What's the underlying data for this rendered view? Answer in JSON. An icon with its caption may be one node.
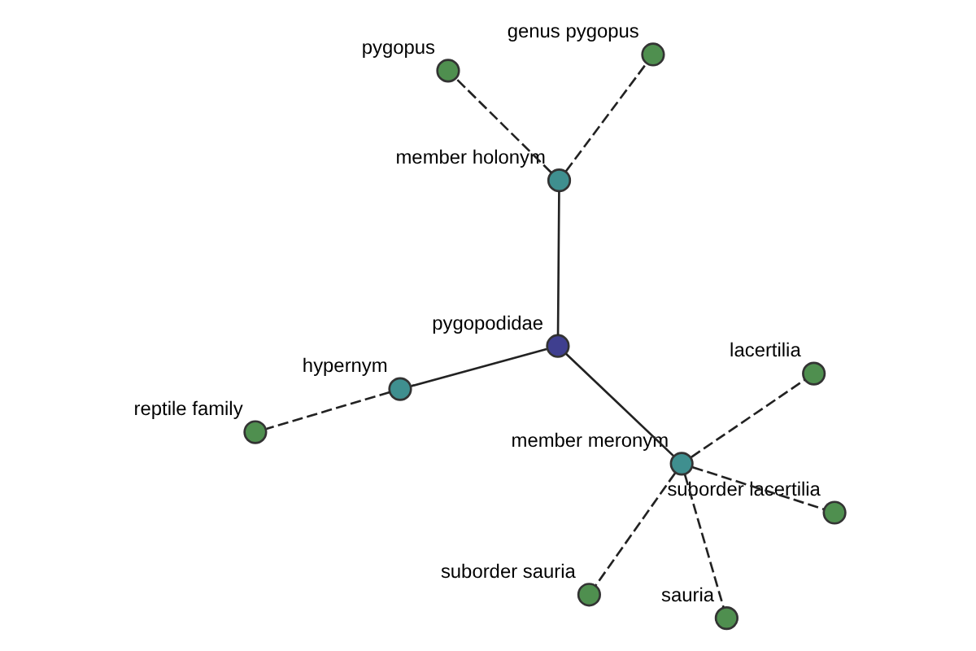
{
  "diagram": {
    "nodes": [
      {
        "text": [
          "pygopodidae"
        ]
      },
      {
        "text": [
          "member holonym"
        ]
      },
      {
        "text": [
          "hypernym"
        ]
      },
      {
        "text": [
          "member meronym"
        ]
      },
      {
        "text": [
          "genus pygopus"
        ]
      },
      {
        "text": [
          "pygopus"
        ]
      },
      {
        "text": [
          "reptile family"
        ]
      },
      {
        "text": [
          "lacertilia"
        ]
      },
      {
        "text": [
          "suborder sauria"
        ]
      },
      {
        "text": [
          "suborder lacertilia"
        ]
      },
      {
        "text": [
          "sauria"
        ]
      }
    ],
    "edges": [
      {
        "from": 0,
        "to": 1,
        "arrow": "none"
      },
      {
        "from": 0,
        "to": 2,
        "arrow": "none"
      },
      {
        "from": 0,
        "to": 3,
        "arrow": "none"
      },
      {
        "from": 1,
        "to": 4,
        "arrow": "none",
        "style": "dashed"
      },
      {
        "from": 1,
        "to": 5,
        "arrow": "none",
        "style": "dashed"
      },
      {
        "from": 2,
        "to": 6,
        "arrow": "none",
        "style": "dashed"
      },
      {
        "from": 3,
        "to": 7,
        "arrow": "none",
        "style": "dashed"
      },
      {
        "from": 3,
        "to": 8,
        "arrow": "none",
        "style": "dashed"
      },
      {
        "from": 3,
        "to": 9,
        "arrow": "none",
        "style": "dashed"
      },
      {
        "from": 3,
        "to": 10,
        "arrow": "none",
        "style": "dashed"
      }
    ]
  }
}
